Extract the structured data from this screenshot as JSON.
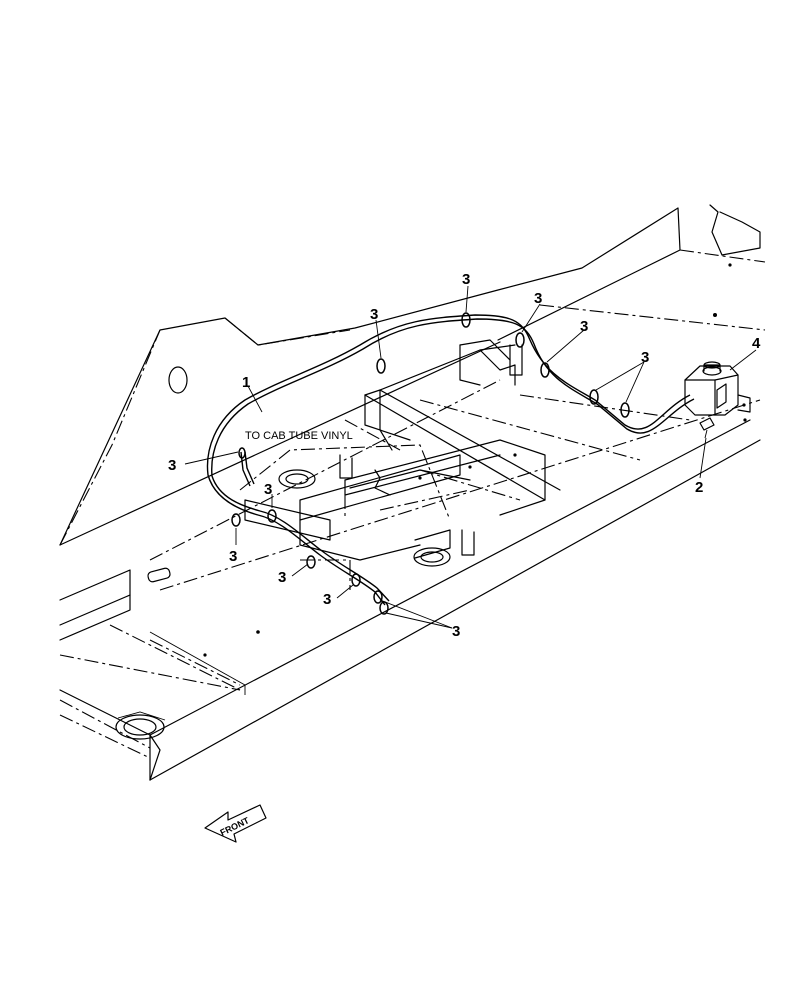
{
  "annotation": {
    "note": "TO CAB TUBE VINYL",
    "front_label": "FRONT"
  },
  "callouts": [
    "1",
    "2",
    "3",
    "4"
  ]
}
